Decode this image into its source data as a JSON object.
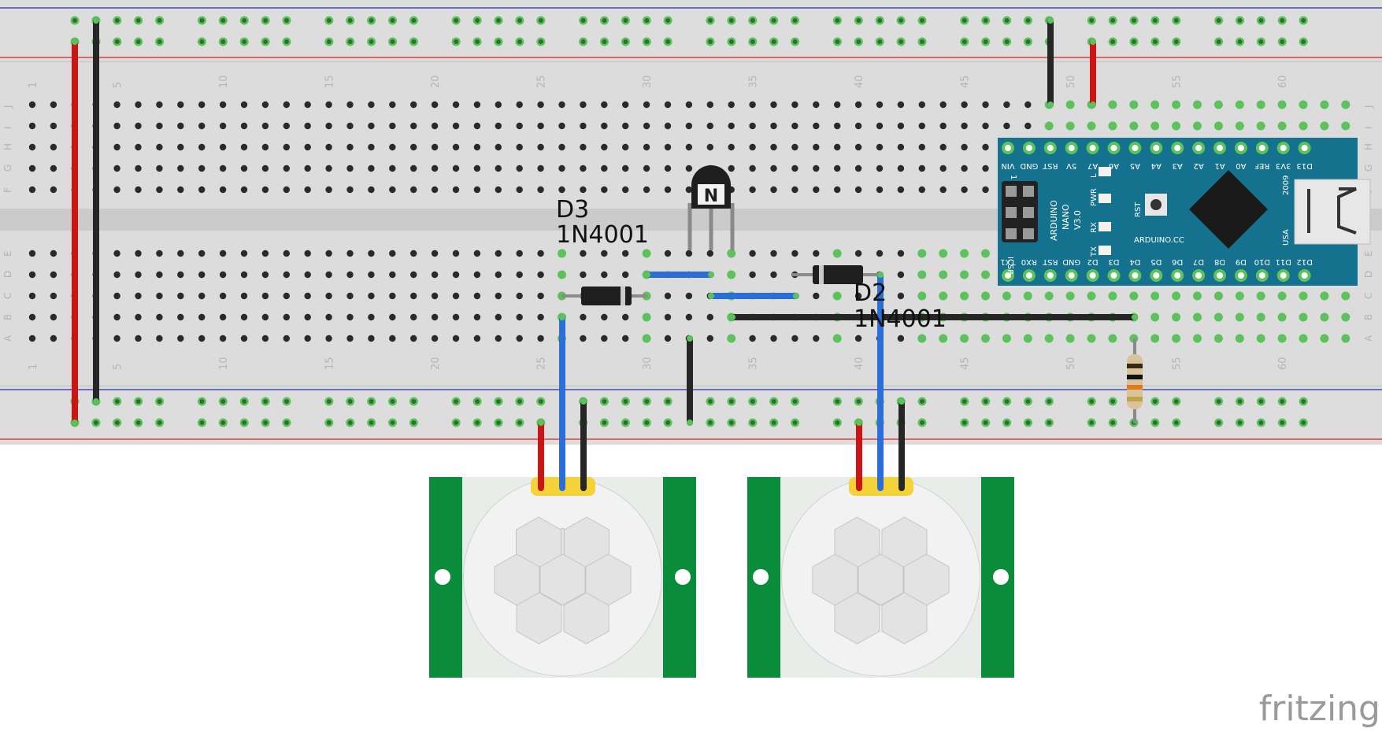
{
  "breadboard": {
    "column_numbers": [
      "1",
      "5",
      "10",
      "15",
      "20",
      "25",
      "30",
      "35",
      "40",
      "45",
      "50",
      "55",
      "60"
    ],
    "row_letters_top": [
      "J",
      "I",
      "H",
      "G",
      "F"
    ],
    "row_letters_bottom": [
      "E",
      "D",
      "C",
      "B",
      "A"
    ]
  },
  "parts": {
    "diode_d3": {
      "ref": "D3",
      "value": "1N4001"
    },
    "diode_d2": {
      "ref": "D2",
      "value": "1N4001"
    },
    "transistor": {
      "glyph": "N"
    }
  },
  "arduino": {
    "name": "ARDUINO",
    "model": "NANO",
    "version": "V3.0",
    "year": "2009",
    "site": "ARDUINO.CC",
    "country": "USA",
    "rst_label": "RST",
    "icsp_label": "ICSP",
    "icsp_number": "1",
    "led_labels": [
      "L",
      "PWR",
      "RX",
      "TX"
    ],
    "top_pins": [
      "D13",
      "3V3",
      "REF",
      "A0",
      "A1",
      "A2",
      "A3",
      "A4",
      "A5",
      "A6",
      "A7",
      "5V",
      "RST",
      "GND",
      "VIN"
    ],
    "bottom_pins": [
      "D12",
      "D11",
      "D10",
      "D9",
      "D8",
      "D7",
      "D6",
      "D5",
      "D4",
      "D3",
      "D2",
      "GND",
      "RST",
      "RX0",
      "TX1"
    ]
  },
  "brand": "fritzing",
  "colors": {
    "wire_red": "#cc1414",
    "wire_black": "#262626",
    "wire_blue": "#2b6fd6",
    "arduino_blue": "#14728f",
    "pir_green": "#0a8c3a",
    "rail_red": "#e02020",
    "rail_blue": "#2a2ab8"
  }
}
